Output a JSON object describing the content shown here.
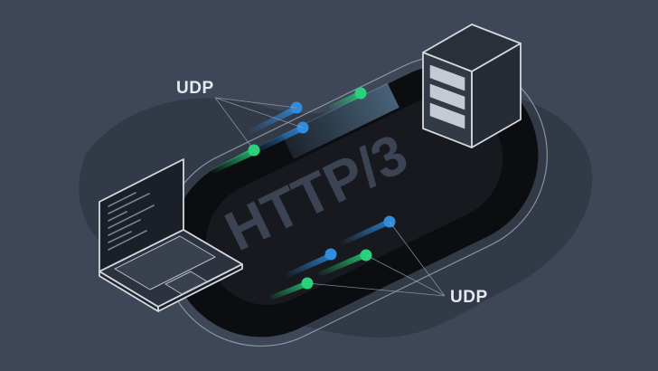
{
  "labels": {
    "protocol": "HTTP/3",
    "udp_top": "UDP",
    "udp_bottom": "UDP"
  },
  "colors": {
    "background": "#3d4758",
    "blob": "#323a48",
    "track": "#0b0d10",
    "accent_blue": "#2f8cdf",
    "accent_green": "#27d27a",
    "outline": "#c9ced8"
  },
  "icons": {
    "client": "laptop-icon",
    "server": "server-icon"
  }
}
